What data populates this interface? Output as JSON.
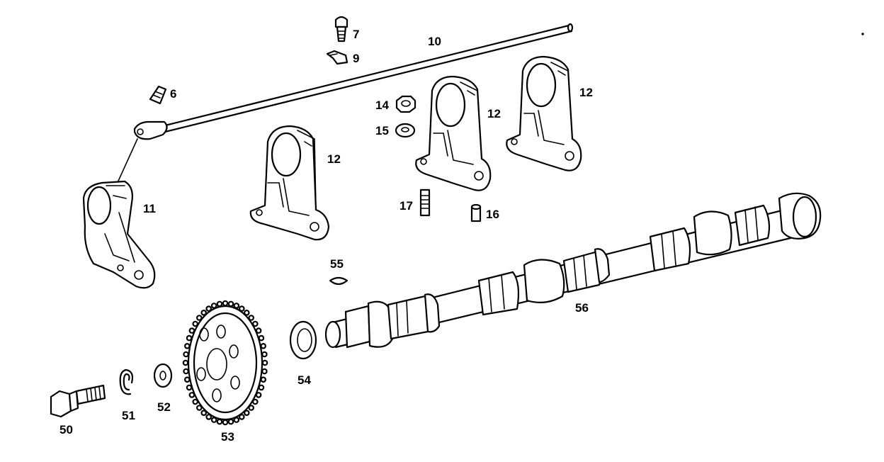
{
  "labels": {
    "p6": "6",
    "p7": "7",
    "p9": "9",
    "p10": "10",
    "p11": "11",
    "p12a": "12",
    "p12b": "12",
    "p12c": "12",
    "p14": "14",
    "p15": "15",
    "p16": "16",
    "p17": "17",
    "p50": "50",
    "p51": "51",
    "p52": "52",
    "p53": "53",
    "p54": "54",
    "p55": "55",
    "p56": "56"
  },
  "colors": {
    "line": "#000000",
    "background": "#ffffff"
  }
}
